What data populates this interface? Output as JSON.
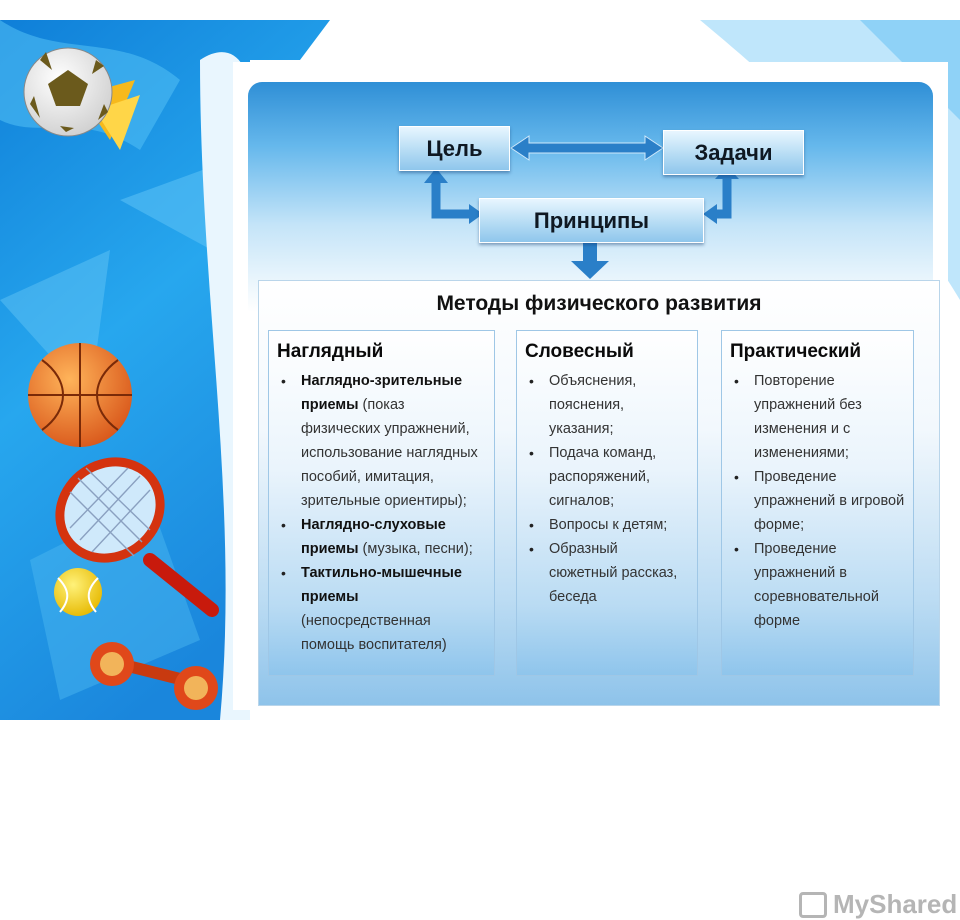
{
  "diagram": {
    "goal_label": "Цель",
    "tasks_label": "Задачи",
    "principles_label": "Принципы",
    "methods_title": "Методы физического развития"
  },
  "columns": [
    {
      "title": "Наглядный",
      "items": [
        {
          "bold": "Наглядно-зрительные приемы",
          "text": " (показ физических упражнений, использование наглядных пособий, имитация, зрительные ориентиры);"
        },
        {
          "bold": "Наглядно-слуховые приемы",
          "text": " (музыка, песни);"
        },
        {
          "bold": "Тактильно-мышечные приемы",
          "text": " (непосредственная помощь воспитателя)"
        }
      ]
    },
    {
      "title": "Словесный",
      "items": [
        {
          "bold": "",
          "text": "Объяснения, пояснения, указания;"
        },
        {
          "bold": "",
          "text": "Подача команд, распоряжений, сигналов;"
        },
        {
          "bold": "",
          "text": "Вопросы к детям;"
        },
        {
          "bold": "",
          "text": "Образный сюжетный рассказ, беседа"
        }
      ]
    },
    {
      "title": "Практический",
      "items": [
        {
          "bold": "",
          "text": "Повторение упражнений без изменения и с изменениями;"
        },
        {
          "bold": "",
          "text": "Проведение упражнений в игровой форме;"
        },
        {
          "bold": "",
          "text": "Проведение упражнений в соревновательной форме"
        }
      ]
    }
  ],
  "watermark": "MyShared",
  "icons": [
    "soccer-ball-icon",
    "basketball-icon",
    "tennis-racket-icon",
    "tennis-ball-icon",
    "dumbbell-icon"
  ],
  "colors": {
    "background_blue": "#1f8fe0",
    "band_blue": "#2f8fd6",
    "arrow_blue": "#2a7fc8"
  }
}
